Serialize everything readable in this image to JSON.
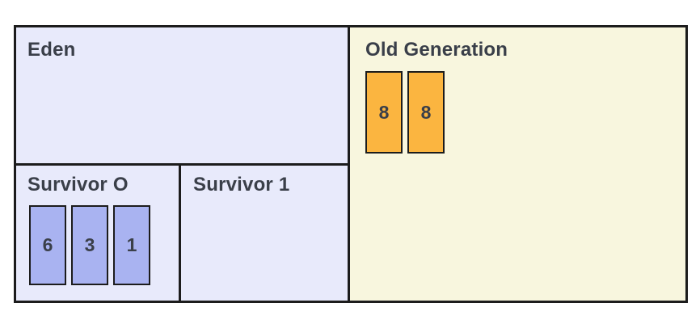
{
  "diagram": {
    "description": "JVM heap memory generations diagram",
    "regions": {
      "eden": {
        "label": "Eden",
        "blocks": []
      },
      "survivor0": {
        "label": "Survivor O",
        "blocks": [
          "6",
          "3",
          "1"
        ]
      },
      "survivor1": {
        "label": "Survivor 1",
        "blocks": []
      },
      "old_generation": {
        "label": "Old Generation",
        "blocks": [
          "8",
          "8"
        ]
      }
    }
  },
  "colors": {
    "young_bg": "#e8eafb",
    "old_bg": "#f8f6de",
    "young_block": "#a9b3f1",
    "old_block": "#fbb540",
    "border": "#1c1c1c",
    "text": "#3a3f49"
  }
}
